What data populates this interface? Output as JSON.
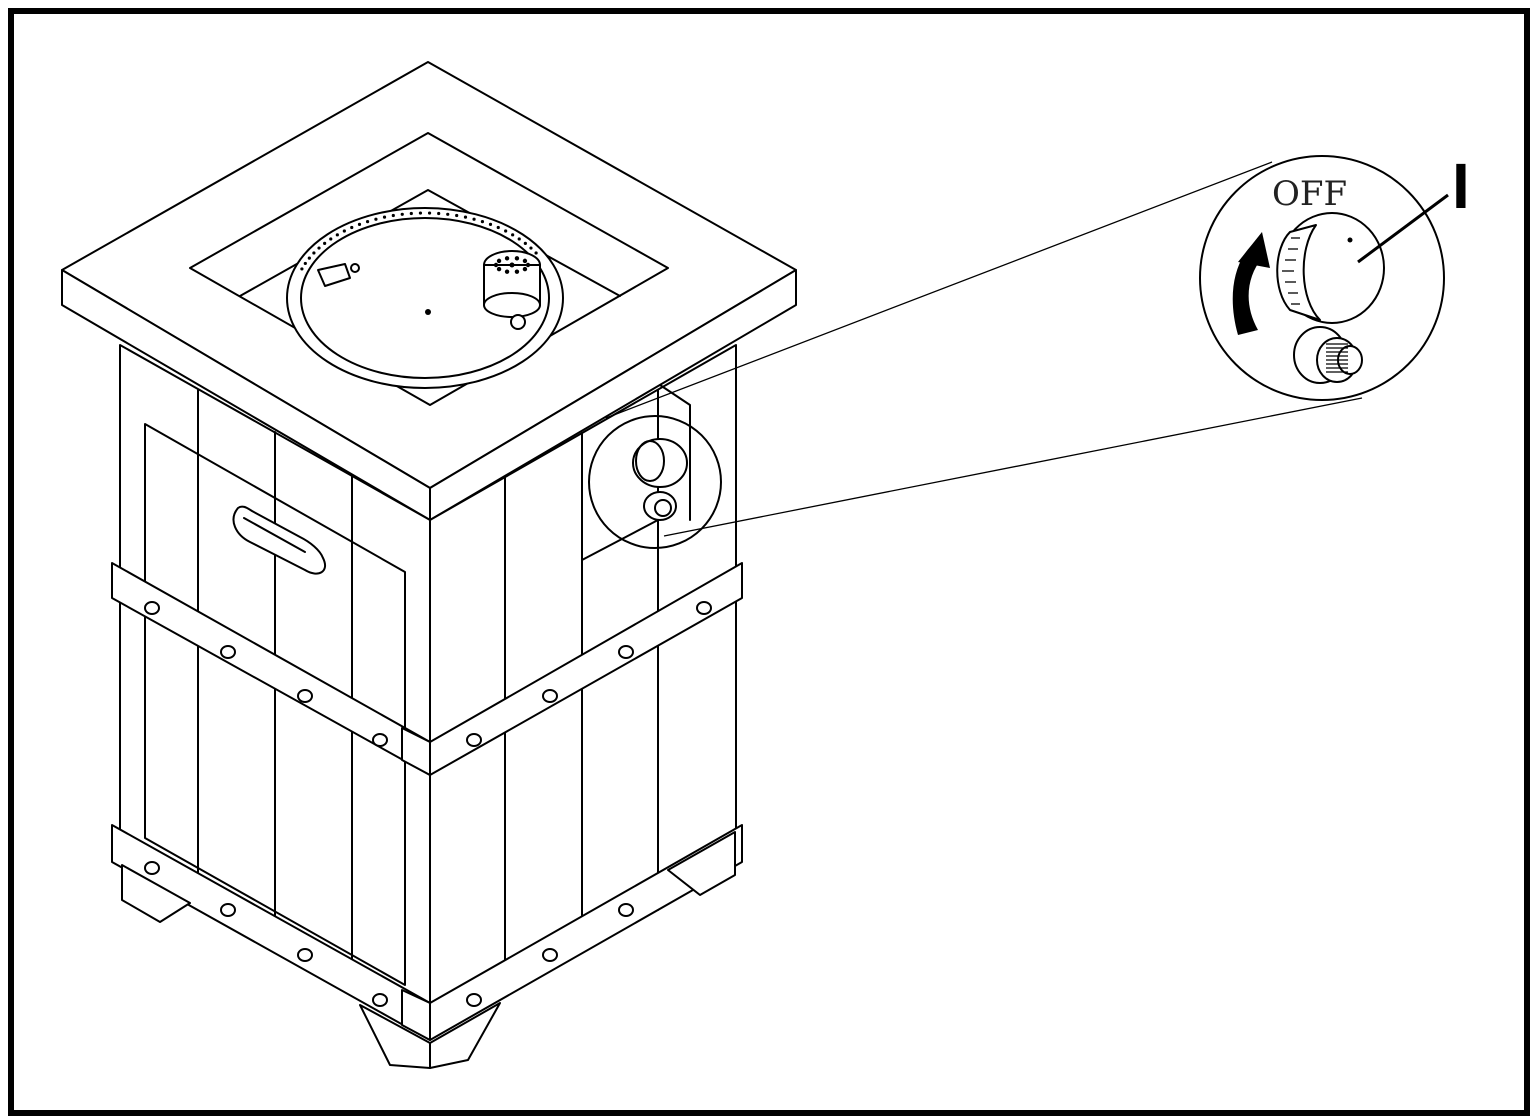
{
  "figure": {
    "detail_label": "OFF",
    "callout_letter": "I",
    "knob_state": "OFF",
    "rotation_arrow": "counter-clockwise-arrow-icon"
  }
}
